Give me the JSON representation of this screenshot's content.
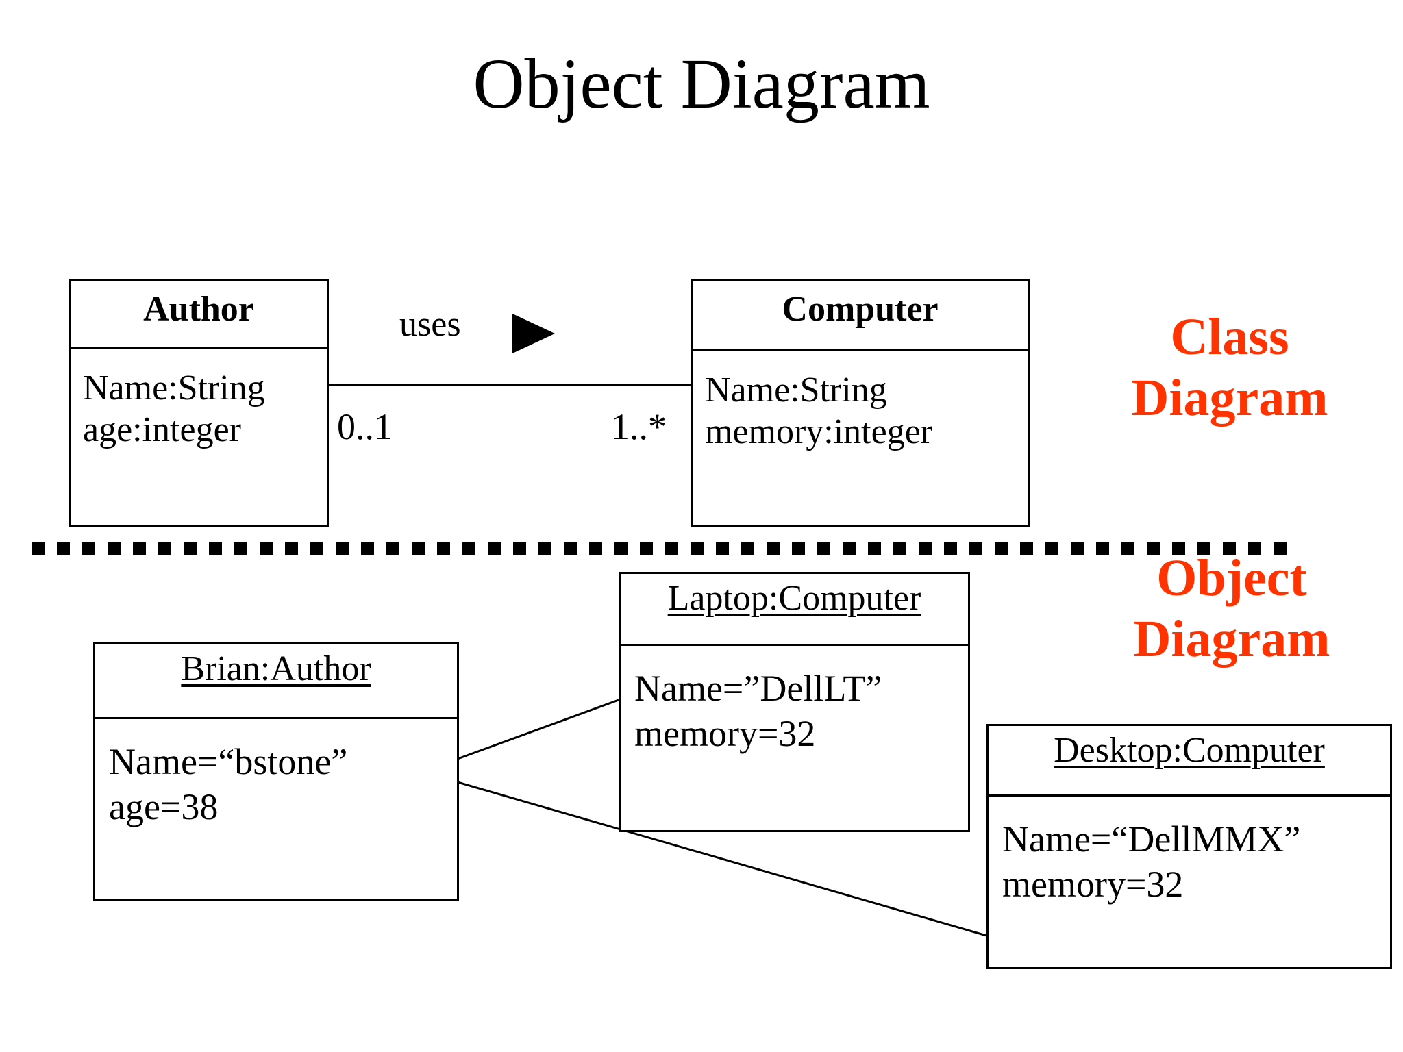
{
  "page": {
    "title": "Object Diagram",
    "background_color": "#ffffff",
    "accent_color": "#FF3300",
    "line_color": "#000000"
  },
  "class_diagram": {
    "side_label": "Class\nDiagram",
    "classes": [
      {
        "id": "author",
        "name": "Author",
        "attributes": [
          "Name:String",
          "age:integer"
        ]
      },
      {
        "id": "computer",
        "name": "Computer",
        "attributes": [
          "Name:String",
          "memory:integer"
        ]
      }
    ],
    "association": {
      "label": "uses",
      "arrow": "filled-right-triangle",
      "source_multiplicity": "0..1",
      "target_multiplicity": "1..*"
    }
  },
  "object_diagram": {
    "side_label": "Object\nDiagram",
    "objects": [
      {
        "id": "brian",
        "name": "Brian:Author",
        "slots": [
          "Name=“bstone”",
          "age=38"
        ]
      },
      {
        "id": "laptop",
        "name": "Laptop:Computer",
        "slots": [
          "Name=”DellLT”",
          "memory=32"
        ]
      },
      {
        "id": "desktop",
        "name": "Desktop:Computer",
        "slots": [
          "Name=“DellMMX”",
          "memory=32"
        ]
      }
    ],
    "links": [
      {
        "from": "brian",
        "to": "laptop"
      },
      {
        "from": "brian",
        "to": "desktop"
      }
    ]
  },
  "separator": {
    "style": "dotted",
    "color": "#000000"
  }
}
